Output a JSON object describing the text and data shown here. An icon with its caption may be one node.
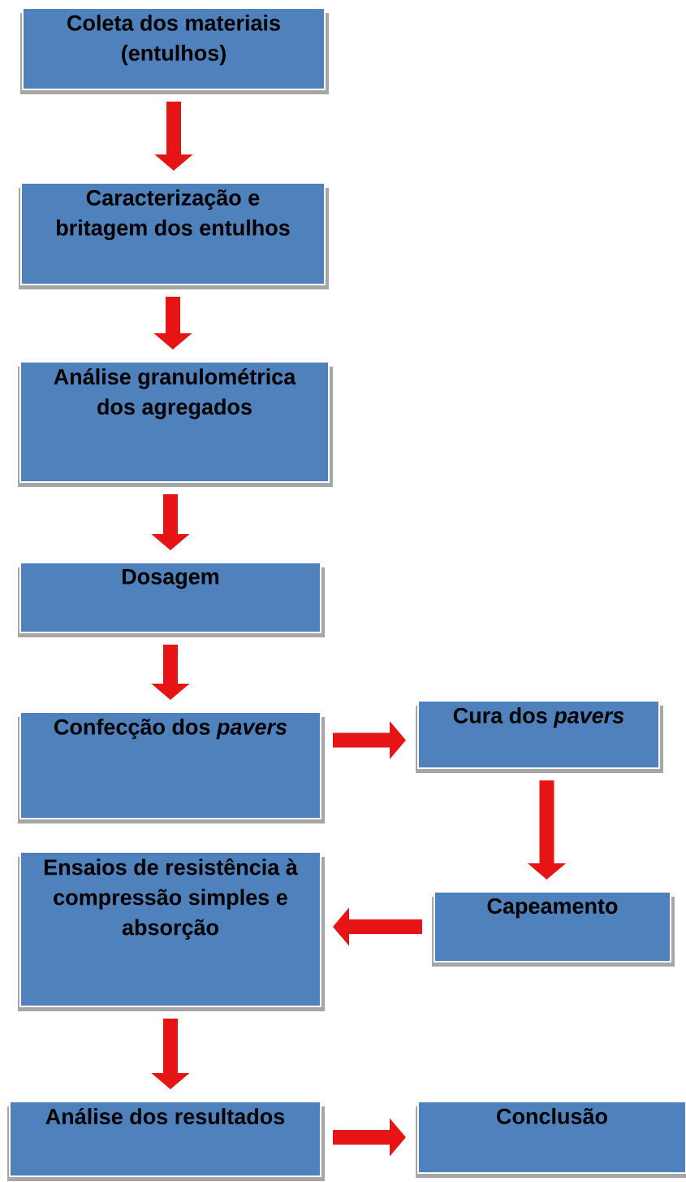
{
  "diagram": {
    "nodes": [
      {
        "text": [
          "Coleta dos materiais (entulhos)"
        ]
      },
      {
        "text": [
          "Caracterização e britagem dos entulhos"
        ]
      },
      {
        "text": [
          "Análise granulométrica dos agregados"
        ]
      },
      {
        "text": [
          "Dosagem"
        ]
      },
      {
        "text": [
          "Confecção dos *pavers*"
        ]
      },
      {
        "text": [
          "Cura dos *pavers*"
        ]
      },
      {
        "text": [
          "Capeamento"
        ]
      },
      {
        "text": [
          "Ensaios de resistência à compressão simples e absorção"
        ]
      },
      {
        "text": [
          "Análise dos resultados"
        ]
      },
      {
        "text": [
          "Conclusão"
        ]
      }
    ],
    "edges": [
      {
        "from": 0,
        "to": 1,
        "arrow": "to"
      },
      {
        "from": 1,
        "to": 2,
        "arrow": "to"
      },
      {
        "from": 2,
        "to": 3,
        "arrow": "to"
      },
      {
        "from": 3,
        "to": 4,
        "arrow": "to"
      },
      {
        "from": 4,
        "to": 5,
        "arrow": "to"
      },
      {
        "from": 5,
        "to": 6,
        "arrow": "to"
      },
      {
        "from": 6,
        "to": 7,
        "arrow": "to"
      },
      {
        "from": 7,
        "to": 8,
        "arrow": "to"
      },
      {
        "from": 8,
        "to": 9,
        "arrow": "to"
      }
    ]
  }
}
